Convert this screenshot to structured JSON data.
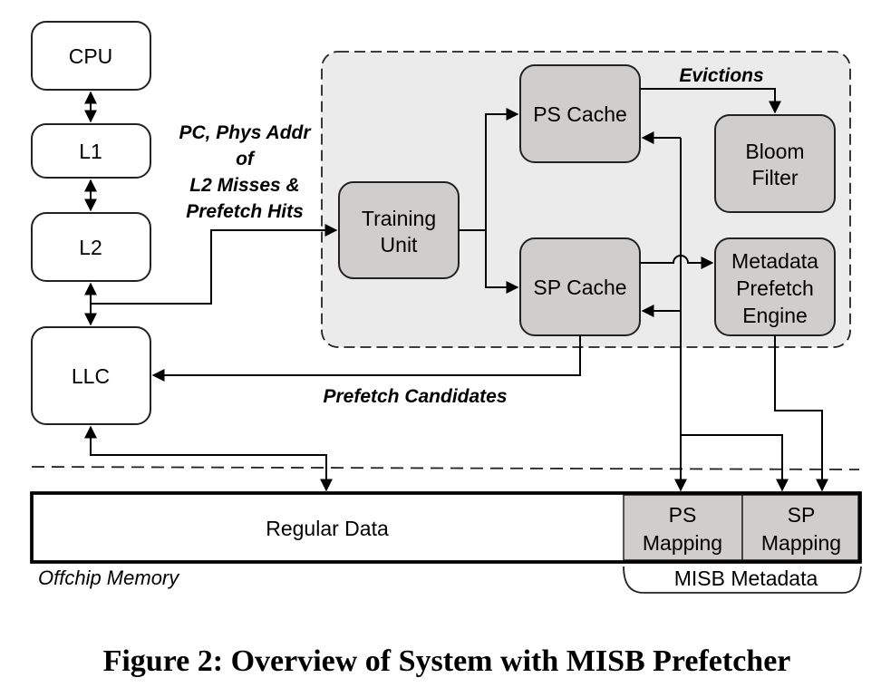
{
  "figure": {
    "caption": "Figure 2: Overview of System with MISB Prefetcher"
  },
  "hierarchy": {
    "cpu": "CPU",
    "l1": "L1",
    "l2": "L2",
    "llc": "LLC"
  },
  "labels": {
    "input_line1": "PC, Phys Addr",
    "input_line2": "of",
    "input_line3": "L2 Misses &",
    "input_line4": "Prefetch Hits",
    "evictions": "Evictions",
    "prefetch_candidates": "Prefetch Candidates",
    "offchip_memory": "Offchip Memory",
    "misb_metadata": "MISB Metadata"
  },
  "prefetcher": {
    "training_unit": [
      "Training",
      "Unit"
    ],
    "ps_cache": "PS Cache",
    "sp_cache": "SP Cache",
    "bloom_filter": [
      "Bloom",
      "Filter"
    ],
    "metadata_prefetch_engine": [
      "Metadata",
      "Prefetch",
      "Engine"
    ]
  },
  "memory": {
    "regular_data": "Regular Data",
    "ps_mapping": [
      "PS",
      "Mapping"
    ],
    "sp_mapping": [
      "SP",
      "Mapping"
    ]
  },
  "colors": {
    "prefetcher_region_bg": "#ebebeb",
    "component_fill": "#cfcecd",
    "stroke": "#222222"
  }
}
